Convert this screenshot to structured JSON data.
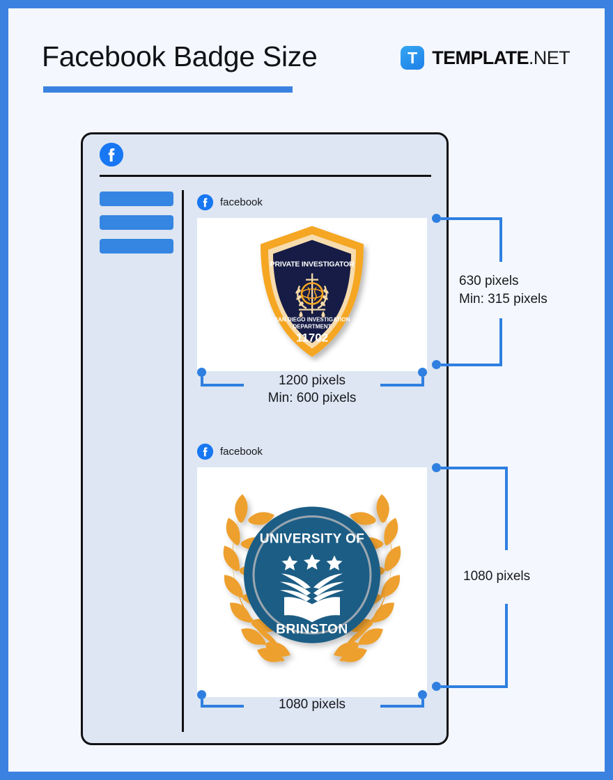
{
  "page": {
    "title": "Facebook Badge Size",
    "border_color": "#3b82e0",
    "background": "#f4f7fd"
  },
  "brand": {
    "mark_letter": "T",
    "name_bold": "TEMPLATE",
    "name_light": ".NET"
  },
  "card": {
    "top_icon": "facebook-icon",
    "sidebar_items": [
      "nav-bar-1",
      "nav-bar-2",
      "nav-bar-3"
    ]
  },
  "posts": [
    {
      "label": "facebook",
      "icon": "facebook-icon",
      "badge": {
        "type": "shield",
        "top_text": "PRIVATE INVESTIGATOR",
        "mid_line1": "SAN DIEGO INVESTIGATION",
        "mid_line2": "DEPARTMENT",
        "number": "11702",
        "emblem": "globe-laurel-cross-scales-emblem",
        "colors": {
          "outer": "#f5a623",
          "inner_ring": "#f7dcae",
          "field": "#141a44",
          "text": "#ffffff"
        }
      },
      "width_dim": {
        "line1": "1200 pixels",
        "line2": "Min: 600 pixels"
      },
      "height_dim": {
        "line1": "630 pixels",
        "line2": "Min: 315 pixels"
      }
    },
    {
      "label": "facebook",
      "icon": "facebook-icon",
      "badge": {
        "type": "laurel-circle",
        "top_text": "UNIVERSITY OF",
        "bottom_text": "BRINSTON",
        "stars": 3,
        "emblem": "open-book-with-wings-icon",
        "colors": {
          "circle": "#1d5d85",
          "ring": "#9aa7b0",
          "laurel": "#eda02e",
          "text": "#ffffff"
        }
      },
      "width_dim": {
        "line1": "1080 pixels",
        "line2": ""
      },
      "height_dim": {
        "line1": "1080 pixels",
        "line2": ""
      }
    }
  ]
}
